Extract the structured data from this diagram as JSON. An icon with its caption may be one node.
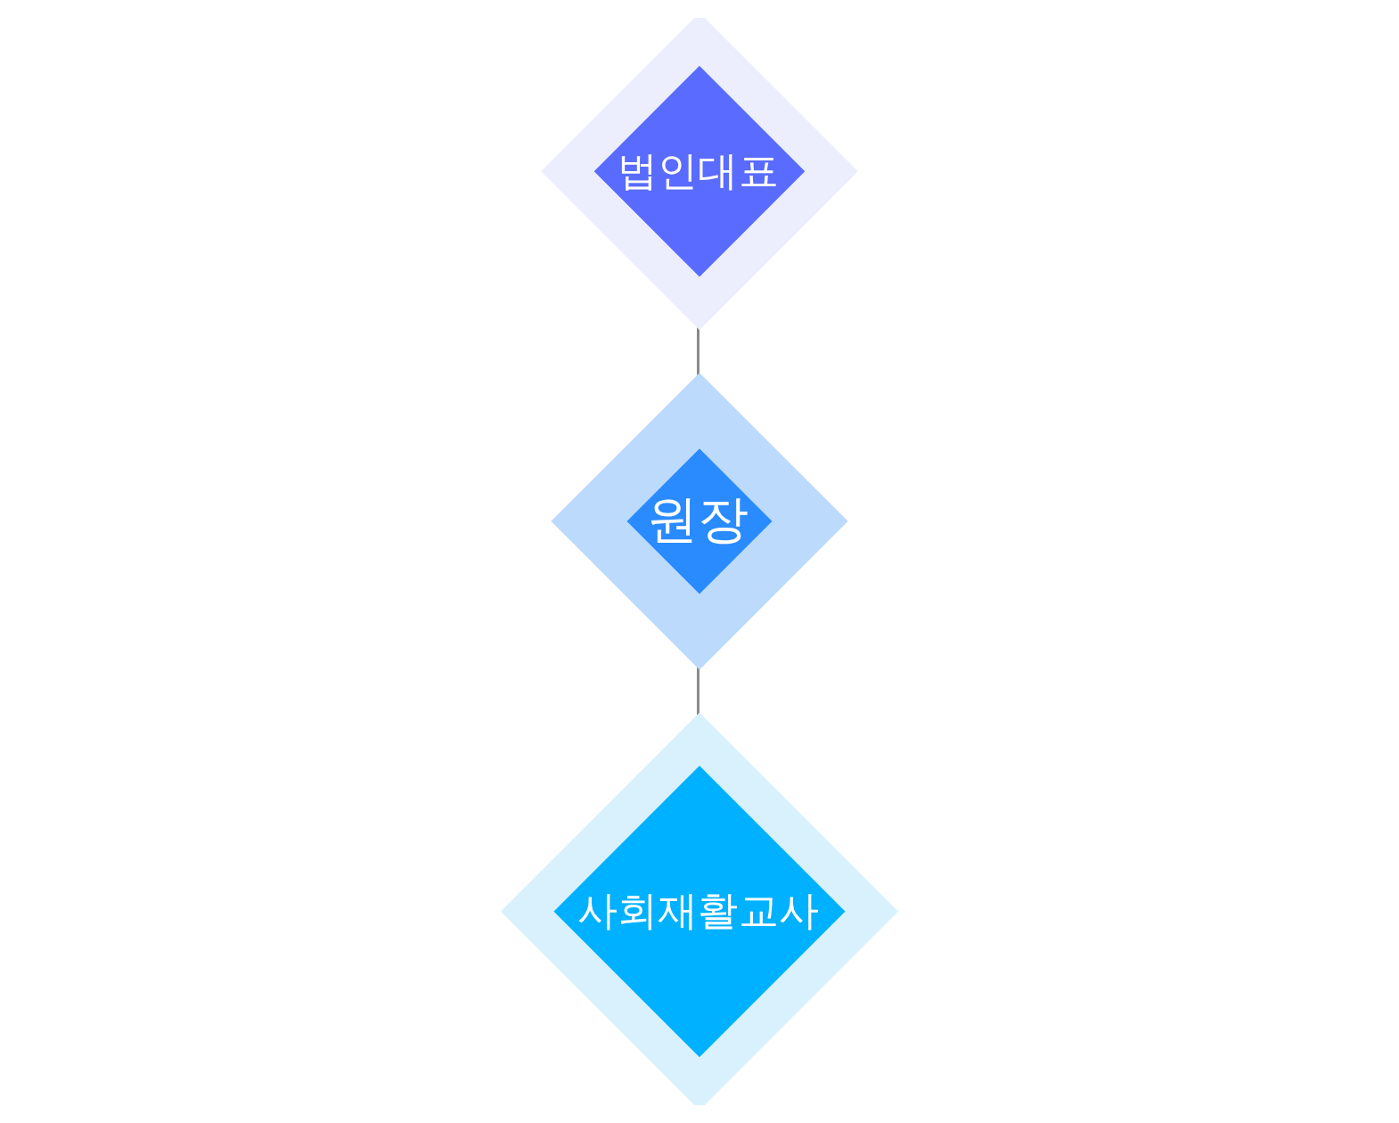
{
  "diagram": {
    "nodes": [
      {
        "text": [
          "법인대표"
        ]
      },
      {
        "text": [
          "원장"
        ]
      },
      {
        "text": [
          "사회재활교사"
        ]
      }
    ],
    "edges": [
      {
        "from": 0,
        "to": 1,
        "arrow": "none"
      },
      {
        "from": 1,
        "to": 2,
        "arrow": "none"
      }
    ]
  }
}
